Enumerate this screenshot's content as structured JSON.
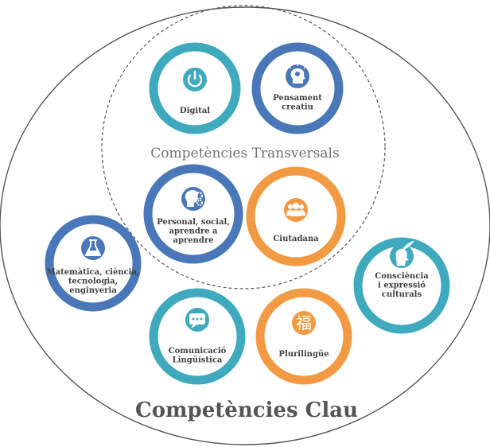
{
  "titles": {
    "key": "Competències Clau",
    "transversal": "Competències Transversals"
  },
  "colors": {
    "teal": "#3fa9bd",
    "blue": "#4a77b7",
    "orange": "#f29a43",
    "outline": "#555555"
  },
  "competences": [
    {
      "id": "digital",
      "lines": [
        "Digital"
      ],
      "color": "teal",
      "icon": "power-icon"
    },
    {
      "id": "pensament",
      "lines": [
        "Pensament",
        "creatiu"
      ],
      "color": "blue",
      "icon": "head-idea-icon"
    },
    {
      "id": "personal",
      "lines": [
        "Personal, social,",
        "aprendre a",
        "aprendre"
      ],
      "color": "blue",
      "icon": "head-gears-icon"
    },
    {
      "id": "ciutadana",
      "lines": [
        "Ciutadana"
      ],
      "color": "orange",
      "icon": "people-icon"
    },
    {
      "id": "matematica",
      "lines": [
        "Matemàtica, ciència,",
        "tecnologia,",
        "enginyeria"
      ],
      "color": "blue",
      "icon": "flask-icon"
    },
    {
      "id": "consciencia",
      "lines": [
        "Consciència",
        "i expressió",
        "culturals"
      ],
      "color": "teal",
      "icon": "feather-head-icon"
    },
    {
      "id": "comunicacio",
      "lines": [
        "Comunicació",
        "Lingüística"
      ],
      "color": "teal",
      "icon": "speech-bubble-icon"
    },
    {
      "id": "plurilingue",
      "lines": [
        "Plurilingüe"
      ],
      "color": "orange",
      "icon": "character-icon",
      "glyph": "福"
    }
  ]
}
